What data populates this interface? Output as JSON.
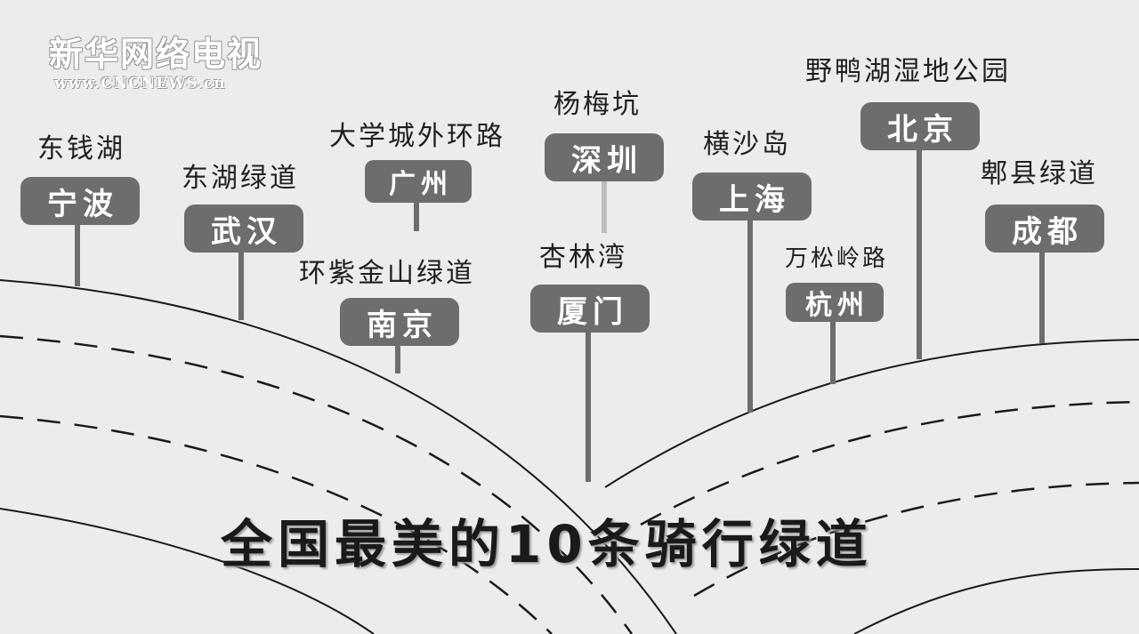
{
  "watermark": {
    "title": "新华网络电视",
    "url": "www.CNCNEWS.cn"
  },
  "headline": "全国最美的10条骑行绿道",
  "greenways": [
    {
      "city": "宁波",
      "place": "东钱湖"
    },
    {
      "city": "武汉",
      "place": "东湖绿道"
    },
    {
      "city": "广州",
      "place": "大学城外环路"
    },
    {
      "city": "南京",
      "place": "环紫金山绿道"
    },
    {
      "city": "深圳",
      "place": "杨梅坑"
    },
    {
      "city": "厦门",
      "place": "杏林湾"
    },
    {
      "city": "上海",
      "place": "横沙岛"
    },
    {
      "city": "杭州",
      "place": "万松岭路"
    },
    {
      "city": "北京",
      "place": "野鸭湖湿地公园"
    },
    {
      "city": "成都",
      "place": "郫县绿道"
    }
  ]
}
